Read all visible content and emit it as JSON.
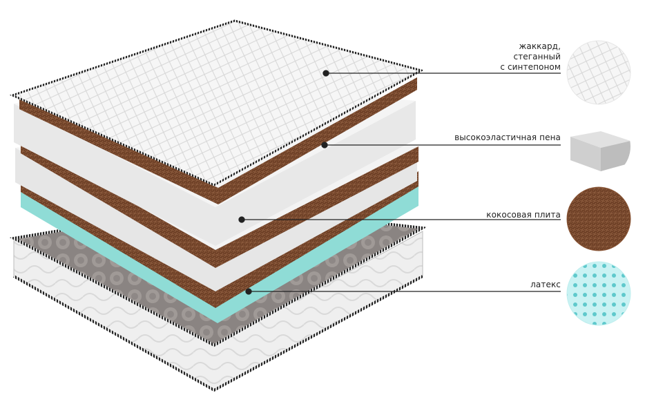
{
  "layers": [
    {
      "id": "jacquard",
      "lines": [
        "жаккард,",
        "стеганный",
        "с синтепоном"
      ],
      "sample_icon": "quilted-fabric-swatch"
    },
    {
      "id": "foam",
      "lines": [
        "высокоэластичная пена"
      ],
      "sample_icon": "foam-block-swatch"
    },
    {
      "id": "coconut",
      "lines": [
        "кокосовая плита"
      ],
      "sample_icon": "coconut-fiber-swatch"
    },
    {
      "id": "latex",
      "lines": [
        "латекс"
      ],
      "sample_icon": "latex-perforated-swatch"
    }
  ],
  "colors": {
    "cover": "#f4f4f4",
    "foam": "#ececec",
    "coconut": "#7a4a2c",
    "latex": "#9fe6e0",
    "base_inner": "#7d7775",
    "leader_line": "#222222"
  }
}
